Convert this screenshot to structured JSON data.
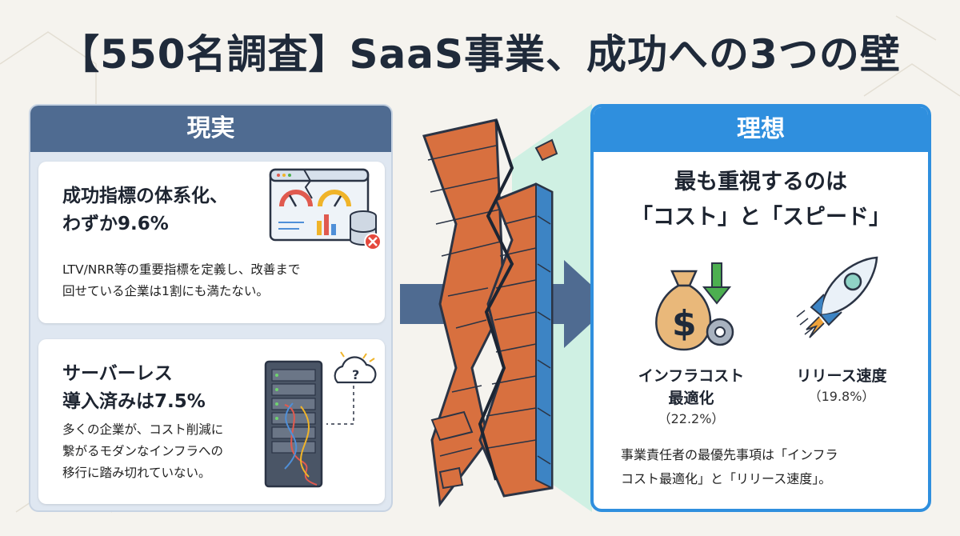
{
  "title": "【550名調査】SaaS事業、成功への3つの壁",
  "left": {
    "header": "現実",
    "card1": {
      "heading_line1": "成功指標の体系化、",
      "heading_line2": "わずか9.6%",
      "body_line1": "LTV/NRR等の重要指標を定義し、改善まで",
      "body_line2": "回せている企業は1割にも満たない。"
    },
    "card2": {
      "heading_line1": "サーバーレス",
      "heading_line2": "導入済みは7.5%",
      "body_line1": "多くの企業が、コスト削減に",
      "body_line2": "繋がるモダンなインフラへの",
      "body_line3": "移行に踏み切れていない。"
    }
  },
  "right": {
    "header": "理想",
    "lead_line1": "最も重視するのは",
    "lead_line2": "「コスト」と「スピード」",
    "metric1": {
      "label_line1": "インフラコスト",
      "label_line2": "最適化",
      "pct": "（22.2%）"
    },
    "metric2": {
      "label_line1": "リリース速度",
      "pct": "（19.8%）"
    },
    "note_line1": "事業責任者の最優先事項は「インフラ",
    "note_line2": "コスト最適化」と「リリース速度」。"
  },
  "icons": {
    "card1": "dashboard-gauge-icon",
    "card2": "server-rack-icon",
    "cloud": "cloud-question-icon",
    "wall": "broken-brick-wall-icon",
    "arrow": "right-arrow-icon",
    "money": "money-bag-icon",
    "rocket": "rocket-icon"
  },
  "colors": {
    "left_header": "#4f6b91",
    "right_accent": "#2f8fde",
    "brick": "#d8703f",
    "wall_side": "#3d84c4"
  }
}
